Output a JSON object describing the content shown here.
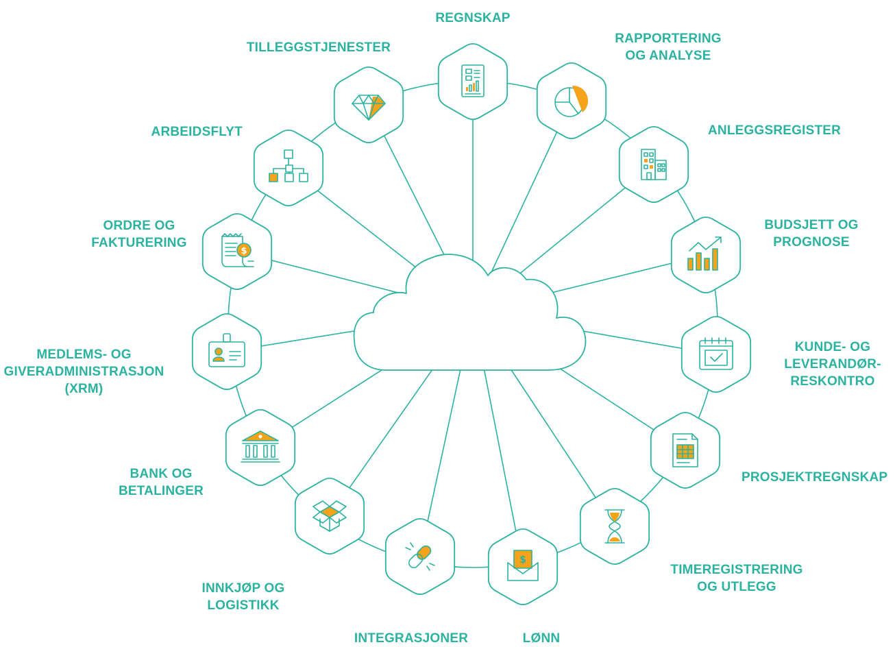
{
  "colors": {
    "teal": "#2bb3a0",
    "orange": "#f5a31a",
    "background": "#ffffff"
  },
  "hub": {
    "icon": "cloud-icon"
  },
  "nodes": [
    {
      "id": "regnskap",
      "label": "REGNSKAP",
      "icon": "report-clipboard-icon"
    },
    {
      "id": "rapportering",
      "label": "RAPPORTERING\nOG ANALYSE",
      "icon": "pie-chart-icon"
    },
    {
      "id": "anleggsregister",
      "label": "ANLEGGSREGISTER",
      "icon": "buildings-icon"
    },
    {
      "id": "budsjett",
      "label": "BUDSJETT OG\nPROGNOSE",
      "icon": "bar-trend-icon"
    },
    {
      "id": "reskontro",
      "label": "KUNDE- OG\nLEVERANDØR-\nRESKONTRO",
      "icon": "calendar-check-icon"
    },
    {
      "id": "prosjekt",
      "label": "PROSJEKTREGNSKAP",
      "icon": "spreadsheet-icon"
    },
    {
      "id": "timer",
      "label": "TIMEREGISTRERING\nOG UTLEGG",
      "icon": "hourglass-icon"
    },
    {
      "id": "lonn",
      "label": "LØNN",
      "icon": "envelope-money-icon"
    },
    {
      "id": "integrasjoner",
      "label": "INTEGRASJONER",
      "icon": "chain-link-icon"
    },
    {
      "id": "innkjop",
      "label": "INNKJØP OG\nLOGISTIKK",
      "icon": "open-box-icon"
    },
    {
      "id": "bank",
      "label": "BANK OG\nBETALINGER",
      "icon": "bank-icon"
    },
    {
      "id": "medlem",
      "label": "MEDLEMS- OG\nGIVERADMINISTRASJON\n(XRM)",
      "icon": "id-card-icon"
    },
    {
      "id": "ordre",
      "label": "ORDRE OG\nFAKTURERING",
      "icon": "invoice-icon"
    },
    {
      "id": "arbeidsflyt",
      "label": "ARBEIDSFLYT",
      "icon": "workflow-icon"
    },
    {
      "id": "tillegg",
      "label": "TILLEGGSTJENESTER",
      "icon": "diamond-icon"
    }
  ]
}
